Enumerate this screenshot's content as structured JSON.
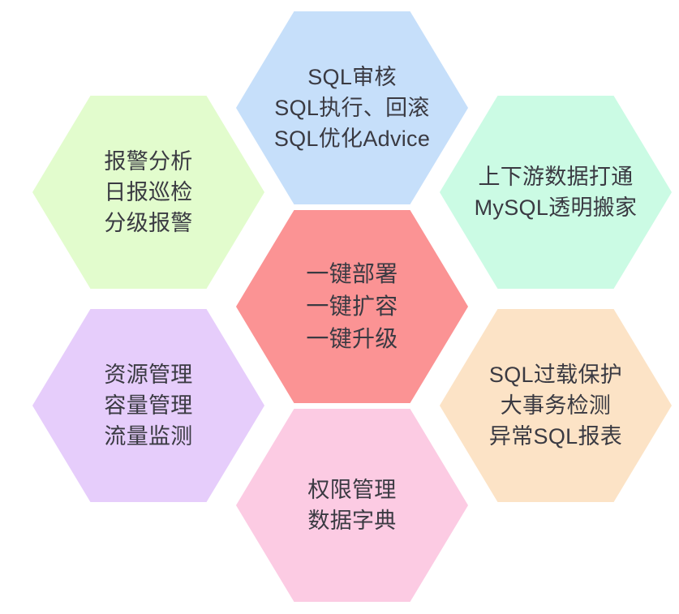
{
  "diagram": {
    "type": "hexagon-honeycomb",
    "background_color": "#ffffff",
    "text_color": "#3a3a42",
    "cells": [
      {
        "id": "top",
        "position": "top",
        "color": "#c6dffa",
        "lines": [
          "SQL审核",
          "SQL执行、回滚",
          "SQL优化Advice"
        ],
        "text": "SQL审核\nSQL执行、回滚\nSQL优化Advice"
      },
      {
        "id": "top-left",
        "position": "top-left",
        "color": "#e2fccd",
        "lines": [
          "报警分析",
          "日报巡检",
          "分级报警"
        ],
        "text": "报警分析\n日报巡检\n分级报警"
      },
      {
        "id": "top-right",
        "position": "top-right",
        "color": "#cbfbe4",
        "lines": [
          "上下游数据打通",
          "MySQL透明搬家"
        ],
        "text": "上下游数据打通\nMySQL透明搬家"
      },
      {
        "id": "center",
        "position": "center",
        "color": "#fb9394",
        "lines": [
          "一键部署",
          "一键扩容",
          "一键升级"
        ],
        "text": "一键部署\n一键扩容\n一键升级"
      },
      {
        "id": "bottom-left",
        "position": "bottom-left",
        "color": "#e6cdfb",
        "lines": [
          "资源管理",
          "容量管理",
          "流量监测"
        ],
        "text": "资源管理\n容量管理\n流量监测"
      },
      {
        "id": "bottom-right",
        "position": "bottom-right",
        "color": "#fce3c6",
        "lines": [
          "SQL过载保护",
          "大事务检测",
          "异常SQL报表"
        ],
        "text": "SQL过载保护\n大事务检测\n异常SQL报表"
      },
      {
        "id": "bottom",
        "position": "bottom",
        "color": "#fccbe3",
        "lines": [
          "权限管理",
          "数据字典"
        ],
        "text": "权限管理\n数据字典"
      }
    ]
  }
}
